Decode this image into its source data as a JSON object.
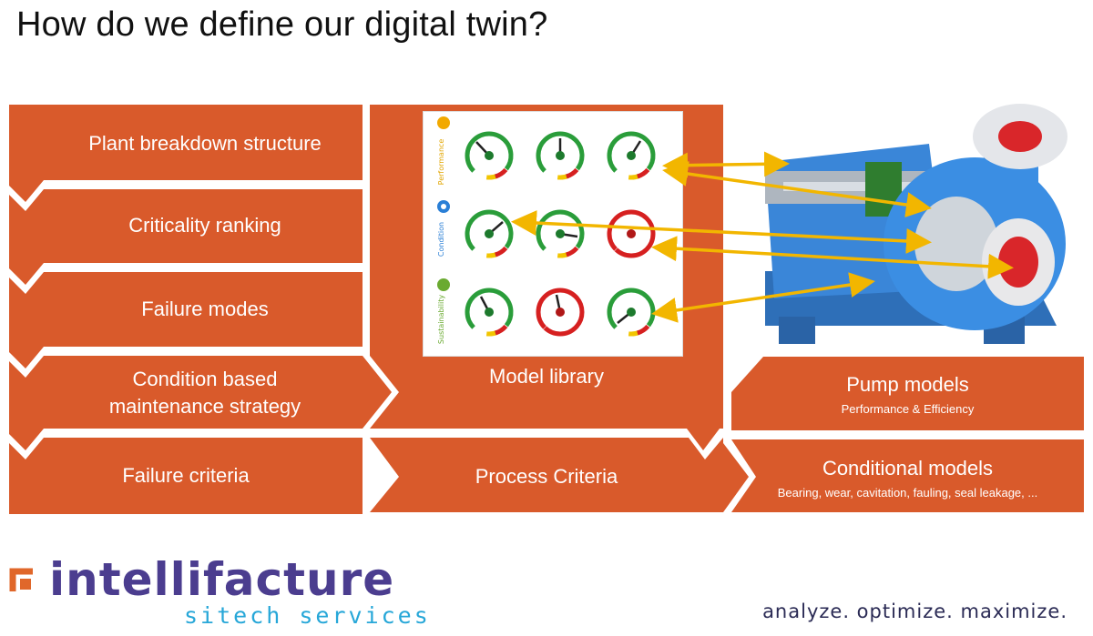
{
  "title": "How do we define our digital twin?",
  "left_column": [
    "Plant breakdown structure",
    "Criticality ranking",
    "Failure modes",
    "Condition based\nmaintenance strategy",
    "Failure criteria"
  ],
  "middle": {
    "model_library": "Model library",
    "process_criteria": "Process Criteria"
  },
  "right": {
    "pump_models": "Pump models",
    "pump_models_sub": "Performance & Efficiency",
    "conditional_models": "Conditional models",
    "conditional_models_sub": "Bearing, wear, cavitation, fauling, seal leakage, ..."
  },
  "gauge_rows": [
    "Performance",
    "Condition",
    "Sustainability"
  ],
  "colors": {
    "box": "#d95a2b",
    "arrow": "#f2b600",
    "logo_purple": "#4b3d8f",
    "logo_blue": "#27a7d8"
  },
  "logo": {
    "main": "intellifacture",
    "sub": "sitech services"
  },
  "tagline": "analyze. optimize. maximize."
}
